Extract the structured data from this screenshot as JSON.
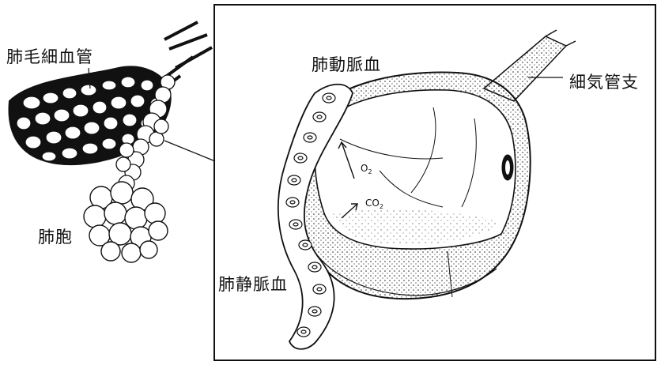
{
  "labels": {
    "capillary": "肺毛細血管",
    "alveolus": "肺胞",
    "artery_blood": "肺動脈血",
    "bronchiole": "細気管支",
    "vein_blood": "肺静脈血",
    "o2_main": "O",
    "o2_sub": "2",
    "co2_main": "CO",
    "co2_sub": "2"
  },
  "colors": {
    "ink": "#111111",
    "paper": "#ffffff"
  }
}
